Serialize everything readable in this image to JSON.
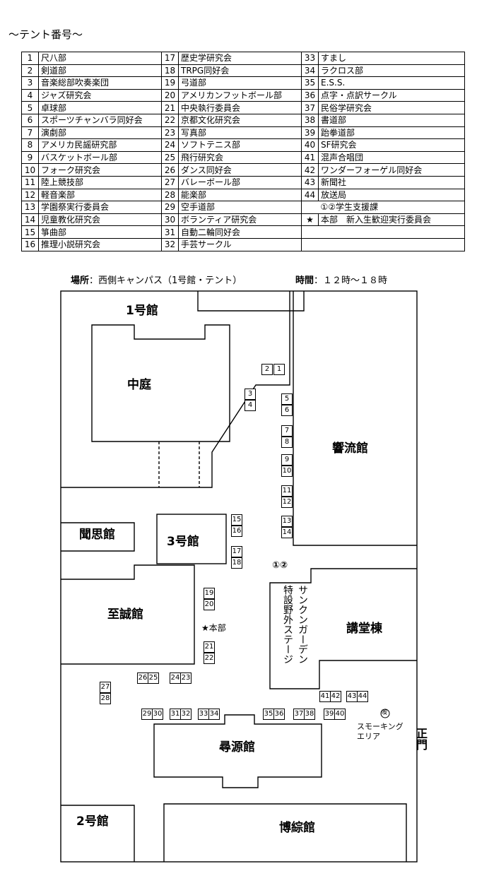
{
  "title": "〜テント番号〜",
  "tents": [
    [
      "1",
      "尺八部",
      "17",
      "歴史学研究会",
      "33",
      "すまし"
    ],
    [
      "2",
      "剣道部",
      "18",
      "TRPG同好会",
      "34",
      "ラクロス部"
    ],
    [
      "3",
      "音楽総部吹奏楽団",
      "19",
      "弓道部",
      "35",
      "E.S.S."
    ],
    [
      "4",
      "ジャズ研究会",
      "20",
      "アメリカンフットボール部",
      "36",
      "点字・点訳サークル"
    ],
    [
      "5",
      "卓球部",
      "21",
      "中央執行委員会",
      "37",
      "民俗学研究会"
    ],
    [
      "6",
      "スポーツチャンバラ同好会",
      "22",
      "京都文化研究会",
      "38",
      "書道部"
    ],
    [
      "7",
      "演劇部",
      "23",
      "写真部",
      "39",
      "跆拳道部"
    ],
    [
      "8",
      "アメリカ民謡研究部",
      "24",
      "ソフトテニス部",
      "40",
      "SF研究会"
    ],
    [
      "9",
      "バスケットボール部",
      "25",
      "飛行研究会",
      "41",
      "混声合唱団"
    ],
    [
      "10",
      "フォーク研究会",
      "26",
      "ダンス同好会",
      "42",
      "ワンダーフォーゲル同好会"
    ],
    [
      "11",
      "陸上競技部",
      "27",
      "バレーボール部",
      "43",
      "新聞社"
    ],
    [
      "12",
      "軽音楽部",
      "28",
      "能楽部",
      "44",
      "放送局"
    ],
    [
      "13",
      "学園祭実行委員会",
      "29",
      "空手道部",
      "",
      "①②学生支援課"
    ],
    [
      "14",
      "児童教化研究会",
      "30",
      "ボランティア研究会",
      "★",
      "本部　新入生歓迎実行委員会"
    ],
    [
      "15",
      "箏曲部",
      "31",
      "自動二輪同好会",
      "",
      ""
    ],
    [
      "16",
      "推理小説研究会",
      "32",
      "手芸サークル",
      "",
      ""
    ]
  ],
  "info": {
    "place_label": "場所",
    "place": "：西側キャンパス（1号館・テント）",
    "time_label": "時間",
    "time": "：１２時〜１８時"
  },
  "buildings": {
    "b1": "1号館",
    "courtyard": "中庭",
    "kyoryu": "響流館",
    "monshi": "聞思館",
    "b3": "3号館",
    "shisei": "至誠館",
    "kodo": "講堂棟",
    "jingen": "尋源館",
    "b2": "2号館",
    "hakusou": "博綜館"
  },
  "map_labels": {
    "sunken": "サンクンガーデン",
    "stage": "特設野外ステージ",
    "hq": "★本部",
    "smoking1": "スモーキング",
    "smoking2": "エリア",
    "smoking_icon": "喫",
    "gate": "正門",
    "support": "①②"
  },
  "map_tents": [
    "1",
    "2",
    "3",
    "4",
    "5",
    "6",
    "7",
    "8",
    "9",
    "10",
    "11",
    "12",
    "13",
    "14",
    "15",
    "16",
    "17",
    "18",
    "19",
    "20",
    "21",
    "22",
    "23",
    "24",
    "25",
    "26",
    "27",
    "28",
    "29",
    "30",
    "31",
    "32",
    "33",
    "34",
    "35",
    "36",
    "37",
    "38",
    "39",
    "40",
    "41",
    "42",
    "43",
    "44"
  ]
}
